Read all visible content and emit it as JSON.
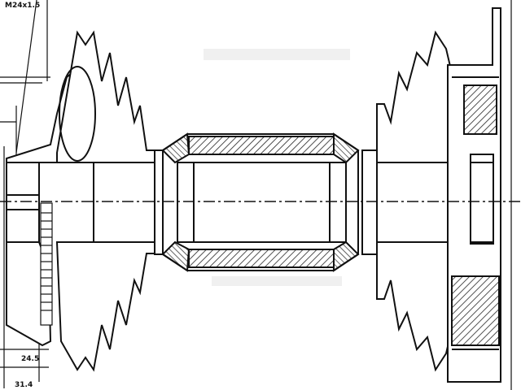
{
  "diagram": {
    "type": "technical-drawing",
    "subject": "drive shaft (CV axle) sectional view",
    "line_color": "#111111",
    "hatch_color": "#222222",
    "background": "#ffffff"
  },
  "dimensions": {
    "top_left_label": "M24x1.5",
    "bottom_left_label_1": "24.5",
    "bottom_left_label_2": "31.4"
  }
}
